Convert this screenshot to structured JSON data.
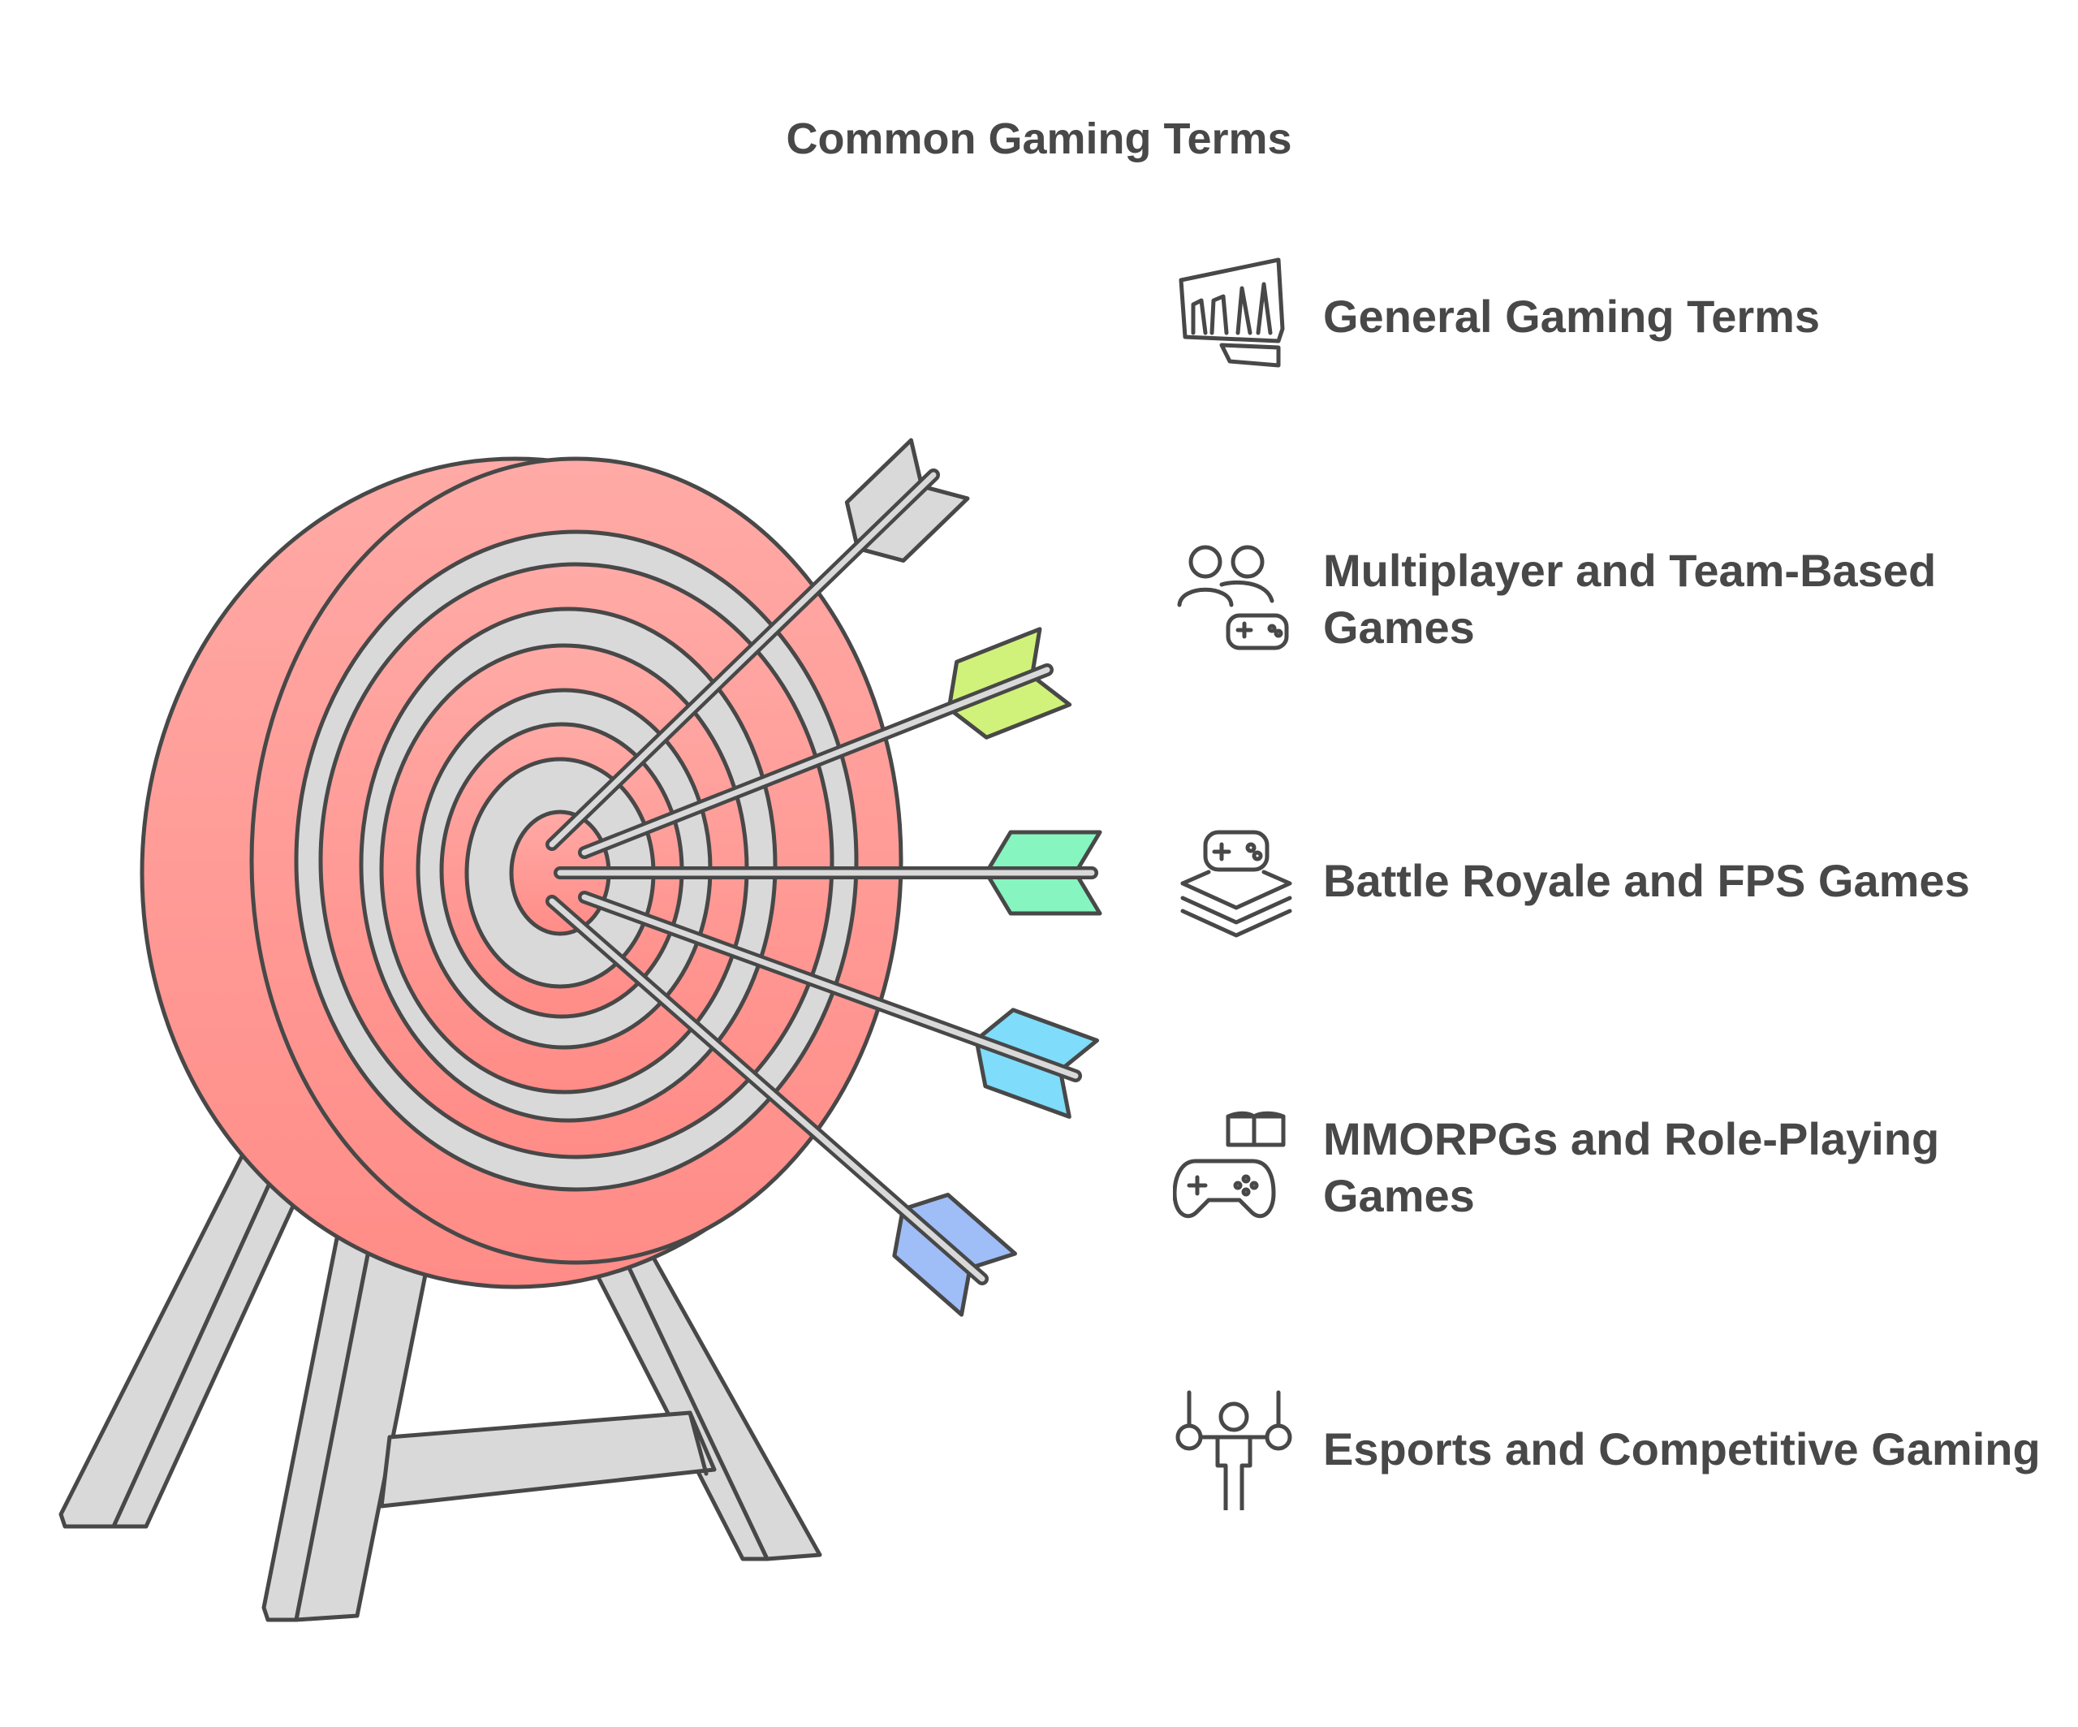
{
  "title": "Common Gaming Terms",
  "items": [
    {
      "label": "General Gaming Terms",
      "icon": "banner-icon",
      "arrow_color": "#d9d9d9"
    },
    {
      "label": "Multiplayer and Team-Based Games",
      "icon": "players-controller-icon",
      "arrow_color": "#d1f27a"
    },
    {
      "label": "Battle Royale and FPS Games",
      "icon": "layered-controller-icon",
      "arrow_color": "#86f5c0"
    },
    {
      "label": "MMORPGs and Role-Playing Games",
      "icon": "book-controller-icon",
      "arrow_color": "#7fdcfa"
    },
    {
      "label": "Esports and Competitive Gaming",
      "icon": "athlete-rings-icon",
      "arrow_color": "#9fbdf7"
    }
  ],
  "colors": {
    "target_red": "#ff9f9b",
    "ring_gray": "#d9d9d9",
    "stroke": "#484848"
  }
}
